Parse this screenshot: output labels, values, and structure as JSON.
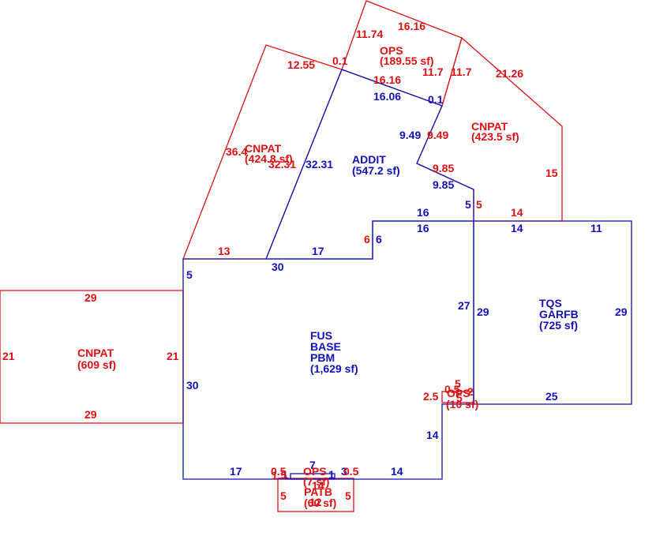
{
  "colors": {
    "red": "#dd1111",
    "blue": "#1111bb"
  },
  "areas": {
    "ops_top": {
      "name": "OPS",
      "area": "(189.55 sf)"
    },
    "cnpat_right": {
      "name": "CNPAT",
      "area": "(423.5 sf)"
    },
    "cnpat_mid": {
      "name": "CNPAT",
      "area": "(424.8 sf)"
    },
    "addit": {
      "name": "ADDIT",
      "area": "(547.2 sf)"
    },
    "tqs": {
      "line1": "TQS",
      "line2": "GARFB",
      "area": "(725 sf)"
    },
    "fus": {
      "line1": "FUS",
      "line2": "BASE",
      "line3": "PBM",
      "area": "(1,629 sf)"
    },
    "cnpat_left": {
      "name": "CNPAT",
      "area": "(609 sf)"
    },
    "ops_small": {
      "name": "OPS",
      "area": "(10 sf)"
    },
    "ops_bottom": {
      "name": "OPS",
      "area": "(7 sf)"
    },
    "patb": {
      "name": "PATB",
      "area": "(60 sf)"
    }
  },
  "dimensions": {
    "ops_11_74": "11.74",
    "ops_16_16a": "16.16",
    "ops_0_1": "0.1",
    "ops_16_16b": "16.16",
    "ops_11_7a": "11.7",
    "ops_11_7b": "11.7",
    "cnr_21_26": "21.26",
    "cnr_9_49": "9.49",
    "cnr_9_85": "9.85",
    "cnr_15": "15",
    "cnr_5": "5",
    "cnr_14": "14",
    "cnm_12_55": "12.55",
    "cnm_36_4": "36.4",
    "cnm_32_31": "32.31",
    "cnm_13": "13",
    "add_16_06": "16.06",
    "add_0_1": "0.1",
    "add_9_49": "9.49",
    "add_9_85": "9.85",
    "add_32_31": "32.31",
    "add_5": "5",
    "add_16a": "16",
    "add_16b": "16",
    "add_6a": "6",
    "add_6b": "6",
    "add_17": "17",
    "add_30": "30",
    "tqs_14": "14",
    "tqs_11": "11",
    "tqs_29a": "29",
    "tqs_29b": "29",
    "tqs_25": "25",
    "fus_5": "5",
    "fus_30": "30",
    "fus_27": "27",
    "fus_14": "14",
    "fus_17": "17",
    "fus_14b": "14",
    "fus_7": "7",
    "fus_1": "1",
    "fus_3": "3",
    "fus_1_5": "1.5",
    "cnl_29a": "29",
    "cnl_29b": "29",
    "cnl_21a": "21",
    "cnl_21b": "21",
    "ops_s_2_5": "2.5",
    "ops_s_5": "5",
    "ops_s_0_5": "0.5",
    "ops_s_2": "2",
    "ops_s_5b": "5",
    "opb_0_5a": "0.5",
    "opb_0_5b": "0.5",
    "opb_1": "1",
    "opb_14": "14",
    "pat_5a": "5",
    "pat_5b": "5",
    "pat_12": "12"
  }
}
